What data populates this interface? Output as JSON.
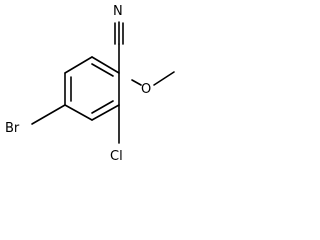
{
  "molecule": {
    "atoms": {
      "nitrogen": "N",
      "bromine": "Br",
      "oxygen": "O",
      "chlorine": "Cl"
    }
  }
}
